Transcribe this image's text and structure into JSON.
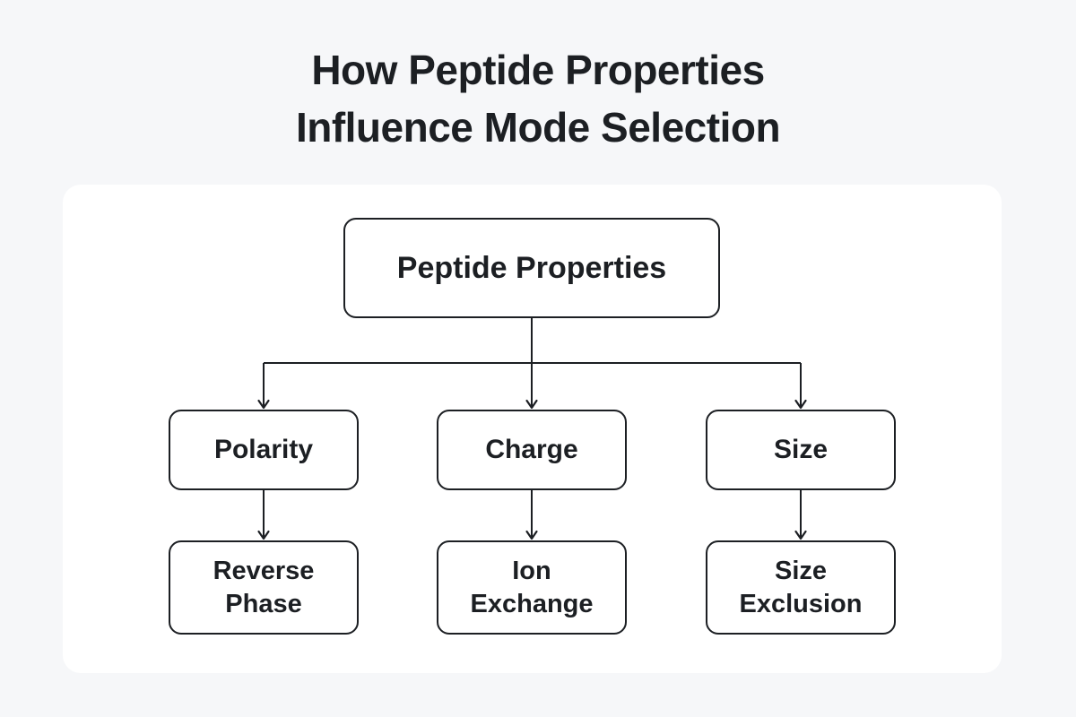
{
  "title": {
    "line1": "How Peptide Properties",
    "line2": "Influence Mode Selection"
  },
  "colors": {
    "background": "#f6f7f9",
    "panel": "#ffffff",
    "ink": "#1c1f23"
  },
  "diagram": {
    "root": {
      "label": "Peptide Properties"
    },
    "branches": [
      {
        "property": {
          "label": "Polarity"
        },
        "mode": {
          "label": "Reverse Phase"
        }
      },
      {
        "property": {
          "label": "Charge"
        },
        "mode": {
          "label": "Ion Exchange"
        }
      },
      {
        "property": {
          "label": "Size"
        },
        "mode": {
          "label": "Size Exclusion"
        }
      }
    ]
  }
}
